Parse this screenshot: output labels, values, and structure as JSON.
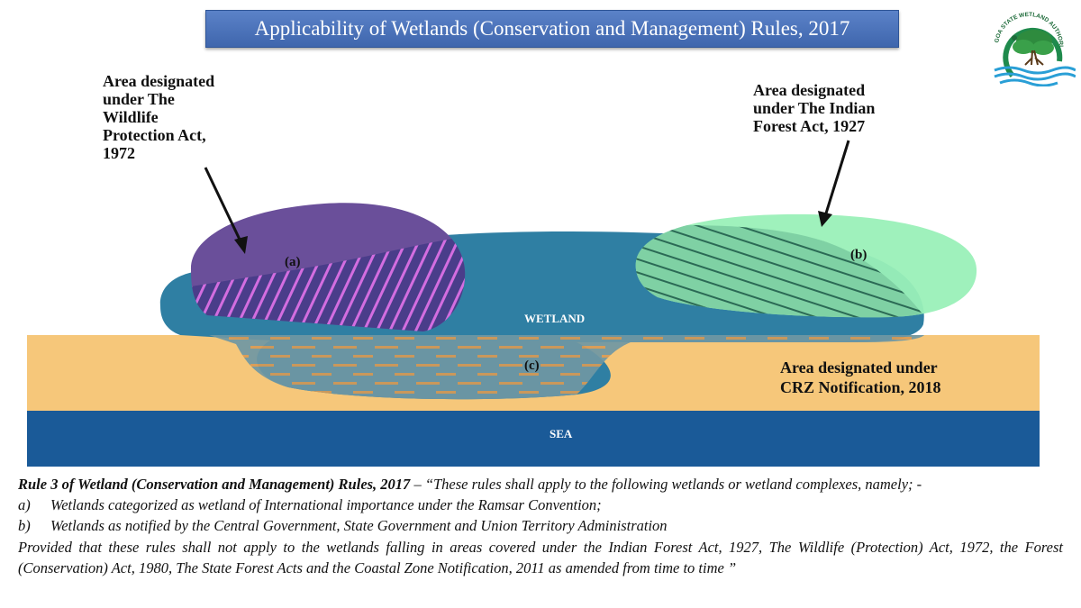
{
  "header": {
    "title": "Applicability of Wetlands (Conservation and Management) Rules, 2017",
    "logo_text": "GOA STATE WETLAND AUTHORITY"
  },
  "diagram": {
    "label_wildlife": [
      "Area designated",
      "under The",
      "Wildlife",
      "Protection Act,",
      "1972"
    ],
    "label_forest": [
      "Area designated",
      "under The Indian",
      "Forest Act, 1927"
    ],
    "label_crz": [
      "Area designated under",
      "CRZ Notification, 2018"
    ],
    "marker_a": "(a)",
    "marker_b": "(b)",
    "marker_c": "(c)",
    "wetland": "WETLAND",
    "sea": "SEA",
    "colors": {
      "wetland": "#2f7fa3",
      "wildlife_area": "#6a4f9a",
      "forest_area": "#9af0b8",
      "crz_sand": "#f6c77a",
      "sea": "#1a5a98"
    }
  },
  "rule": {
    "lead": "Rule 3 of Wetland (Conservation and Management) Rules, 2017",
    "intro": " – “These rules shall apply to the following wetlands or wetland complexes, namely; -",
    "item_a_letter": "a)",
    "item_a": "Wetlands categorized as wetland of International importance under the Ramsar Convention;",
    "item_b_letter": "b)",
    "item_b": "Wetlands as notified by the Central Government, State Government and Union Territory Administration",
    "proviso": "Provided that these rules shall not apply to the wetlands falling in areas covered under the Indian Forest Act, 1927, The Wildlife (Protection) Act, 1972, the Forest (Conservation) Act, 1980, The State Forest Acts and the Coastal Zone Notification, 2011 as amended from time to time ”"
  }
}
